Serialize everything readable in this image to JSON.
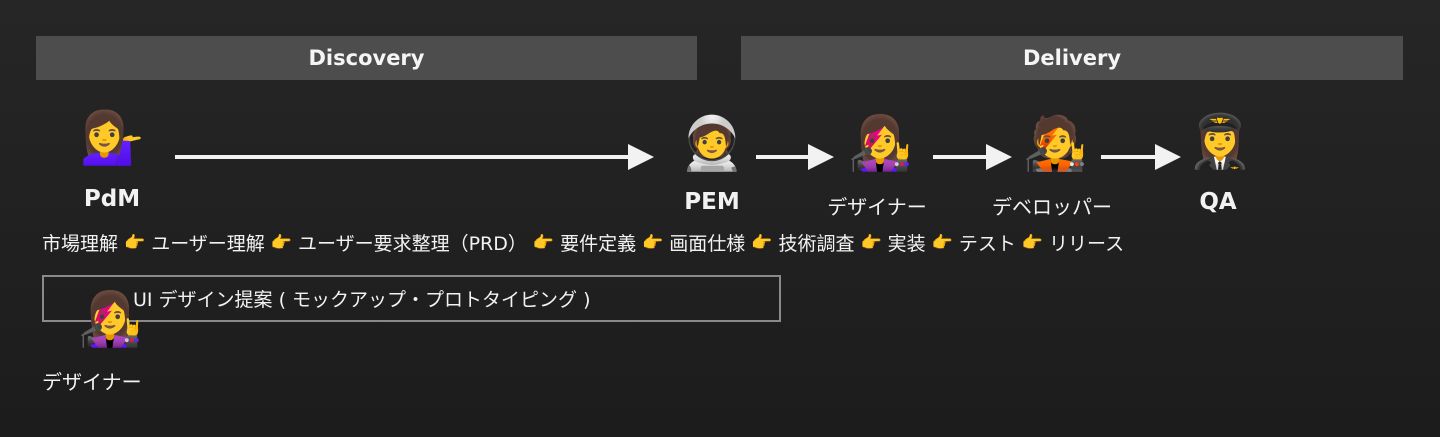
{
  "phases": {
    "discovery": "Discovery",
    "delivery": "Delivery"
  },
  "roles": {
    "pdm": {
      "label": "PdM",
      "icon": "💁‍♀️"
    },
    "pem": {
      "label": "PEM",
      "icon": "🧑‍🚀"
    },
    "designer": {
      "label": "デザイナー",
      "icon": "👩‍🎤"
    },
    "developer": {
      "label": "デベロッパー",
      "icon": "🧑‍🎤"
    },
    "qa": {
      "label": "QA",
      "icon": "👩‍✈️"
    }
  },
  "pointer_icon": "👉",
  "steps": [
    "市場理解",
    "ユーザー理解",
    "ユーザー要求整理（PRD）",
    "要件定義",
    "画面仕様",
    "技術調査",
    "実装",
    "テスト",
    "リリース"
  ],
  "proposal": {
    "text": "UI デザイン提案 ( モックアップ・プロトタイピング )",
    "role_label": "デザイナー",
    "role_icon": "👩‍🎤"
  }
}
